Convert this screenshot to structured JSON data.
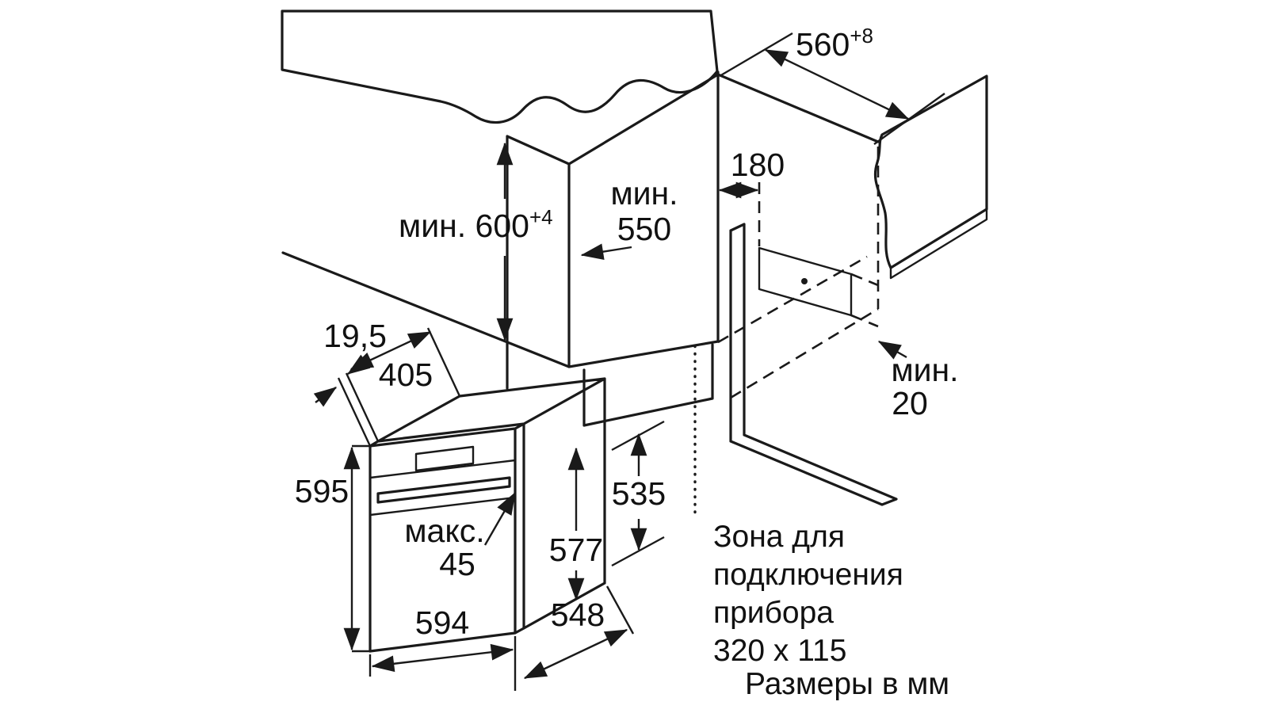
{
  "colors": {
    "line": "#1a1a1a",
    "surface": "#e8e8e8",
    "edge_band": "#d9d9d9",
    "background": "#ffffff"
  },
  "dimensions": {
    "niche_height": {
      "prefix": "мин. ",
      "value": "600",
      "sup": "+4"
    },
    "niche_depth": {
      "line1": "мин.",
      "line2": "550"
    },
    "zone_offset": {
      "value": "180"
    },
    "niche_width": {
      "value": "560",
      "sup": "+8"
    },
    "rear_gap": {
      "line1": "мин.",
      "line2": "20"
    },
    "frame_overlay": {
      "value": "19,5"
    },
    "top_depth": {
      "value": "405"
    },
    "oven_height": {
      "value": "595"
    },
    "handle_protrusion": {
      "line1": "макс.",
      "line2": "45"
    },
    "inner_height": {
      "value": "577"
    },
    "rear_height": {
      "value": "535"
    },
    "oven_width": {
      "value": "594"
    },
    "oven_depth": {
      "value": "548"
    }
  },
  "connection_zone_note": {
    "line1": "Зона для",
    "line2": "подключения",
    "line3": "прибора",
    "line4": "320 x 115"
  },
  "units_note": "Размеры в мм"
}
